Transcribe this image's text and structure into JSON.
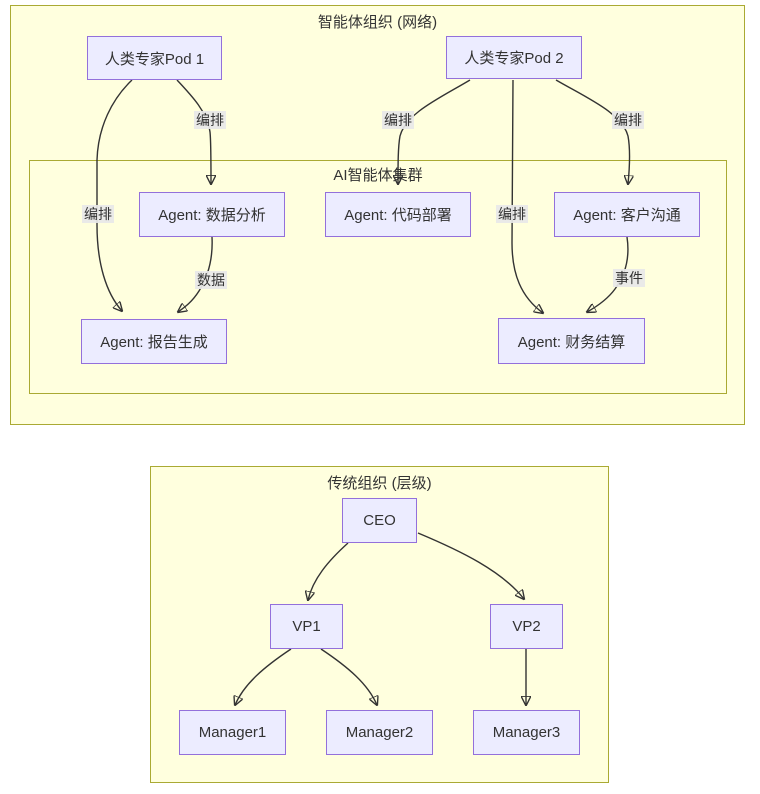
{
  "colors": {
    "node_fill": "#ECECFF",
    "node_border": "#9370DB",
    "cluster_fill": "#ffffde",
    "cluster_border": "#aaaa33",
    "edge_stroke": "#333333",
    "edge_label_bg": "#e8e8e8",
    "text": "#333333",
    "page_bg": "#ffffff"
  },
  "agent_network": {
    "title": "智能体组织 (网络)",
    "cluster_title": "AI智能体集群",
    "nodes": {
      "pod1": {
        "label": "人类专家Pod 1"
      },
      "pod2": {
        "label": "人类专家Pod 2"
      },
      "data_analysis": {
        "label": "Agent: 数据分析"
      },
      "code_deploy": {
        "label": "Agent: 代码部署"
      },
      "customer_comm": {
        "label": "Agent: 客户沟通"
      },
      "report_gen": {
        "label": "Agent: 报告生成"
      },
      "finance": {
        "label": "Agent: 财务结算"
      }
    },
    "edges": [
      {
        "from": "pod1",
        "to": "data_analysis",
        "label": "编排"
      },
      {
        "from": "pod1",
        "to": "report_gen",
        "label": "编排"
      },
      {
        "from": "data_analysis",
        "to": "report_gen",
        "label": "数据"
      },
      {
        "from": "pod2",
        "to": "code_deploy",
        "label": "编排"
      },
      {
        "from": "pod2",
        "to": "customer_comm",
        "label": "编排"
      },
      {
        "from": "pod2",
        "to": "finance",
        "label": "编排"
      },
      {
        "from": "customer_comm",
        "to": "finance",
        "label": "事件"
      }
    ]
  },
  "traditional": {
    "title": "传统组织 (层级)",
    "nodes": {
      "ceo": {
        "label": "CEO"
      },
      "vp1": {
        "label": "VP1"
      },
      "vp2": {
        "label": "VP2"
      },
      "m1": {
        "label": "Manager1"
      },
      "m2": {
        "label": "Manager2"
      },
      "m3": {
        "label": "Manager3"
      }
    },
    "edges": [
      {
        "from": "ceo",
        "to": "vp1"
      },
      {
        "from": "ceo",
        "to": "vp2"
      },
      {
        "from": "vp1",
        "to": "m1"
      },
      {
        "from": "vp1",
        "to": "m2"
      },
      {
        "from": "vp2",
        "to": "m3"
      }
    ]
  }
}
